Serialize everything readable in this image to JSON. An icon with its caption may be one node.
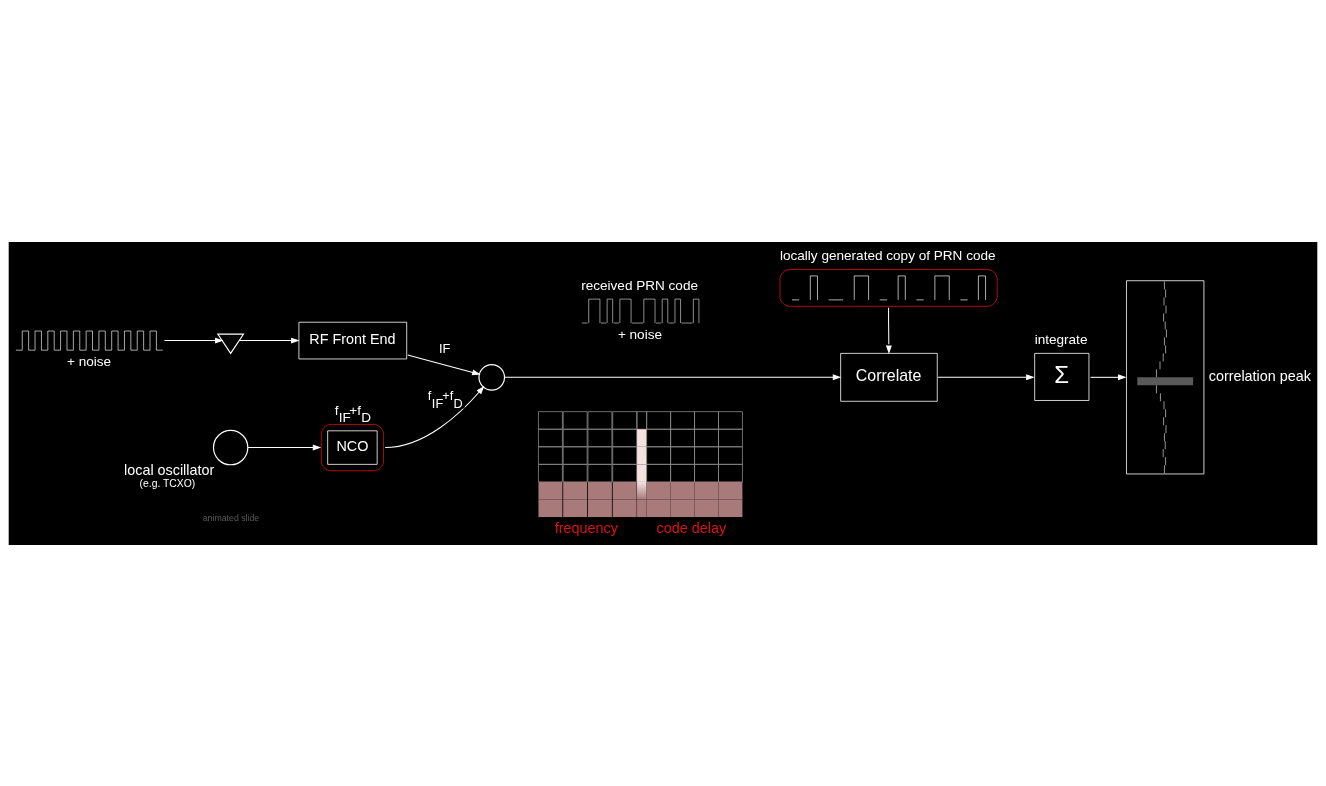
{
  "diagram": {
    "nodes": [
      {
        "text": [
          "+ noise"
        ]
      },
      {
        "text": [],
        "shape": "picture",
        "beside": [
          "locally generated copy of PRN code"
        ]
      },
      {
        "text": [],
        "shape": "triangle"
      },
      {
        "text": [
          "received PRN code",
          "+ noise"
        ]
      },
      {
        "text": [],
        "shape": "picture",
        "beside": [
          "correlation peak"
        ]
      },
      {
        "text": [
          "Σ"
        ],
        "beside": [
          "integrate"
        ]
      },
      {
        "text": [
          "RF Front End"
        ]
      },
      {
        "text": [],
        "shape": "circle"
      },
      {
        "text": [
          "Correlate"
        ]
      },
      {
        "text": [],
        "shape": "circle",
        "beside": [
          "local oscillator",
          "(e.g. TCXO)"
        ]
      },
      {
        "text": [
          "NCO"
        ],
        "beside": [
          "f$_{IF}$+f$_{D}$"
        ]
      },
      {
        "text": [],
        "shape": "picture",
        "beside": [
          "frequency",
          "code delay"
        ]
      }
    ],
    "edges": [
      {
        "from": 0,
        "to": 2,
        "arrow": "to"
      },
      {
        "from": 2,
        "to": 6,
        "arrow": "to"
      },
      {
        "from": 6,
        "to": 7,
        "arrow": "to",
        "label": "IF"
      },
      {
        "from": 10,
        "to": 7,
        "arrow": "to",
        "label": "f$_{IF}$+f$_{D}$"
      },
      {
        "from": 7,
        "to": 8,
        "arrow": "to"
      },
      {
        "from": 1,
        "to": 8,
        "arrow": "to"
      },
      {
        "from": 8,
        "to": 5,
        "arrow": "to"
      },
      {
        "from": 5,
        "to": 4,
        "arrow": "to"
      },
      {
        "from": 9,
        "to": 10,
        "arrow": "to"
      }
    ],
    "labels": [
      "animated slide"
    ]
  }
}
